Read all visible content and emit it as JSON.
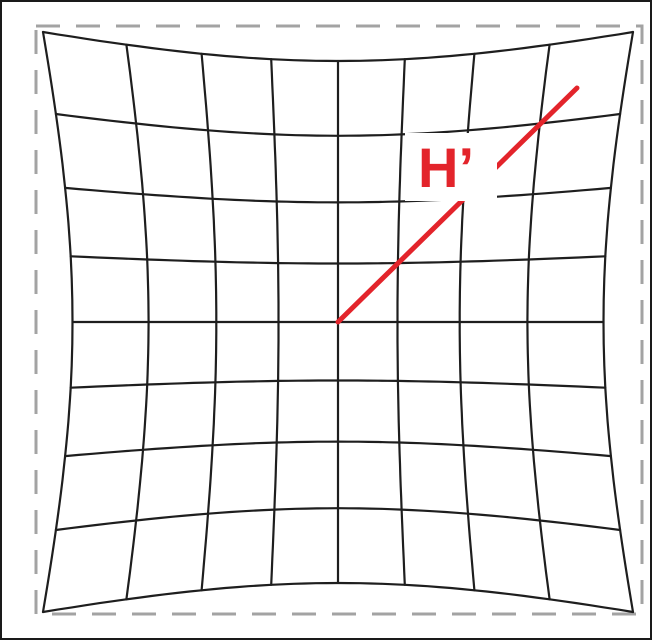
{
  "figure": {
    "label": "H’"
  },
  "grid": {
    "rows": 8,
    "columns": 8,
    "distortion": "pincushion"
  },
  "colors": {
    "background": "#ffffff",
    "grid_line": "#1e1e1e",
    "dashed_box": "#a3a3a3",
    "accent": "#e3242b",
    "border": "#1a1a1a"
  }
}
